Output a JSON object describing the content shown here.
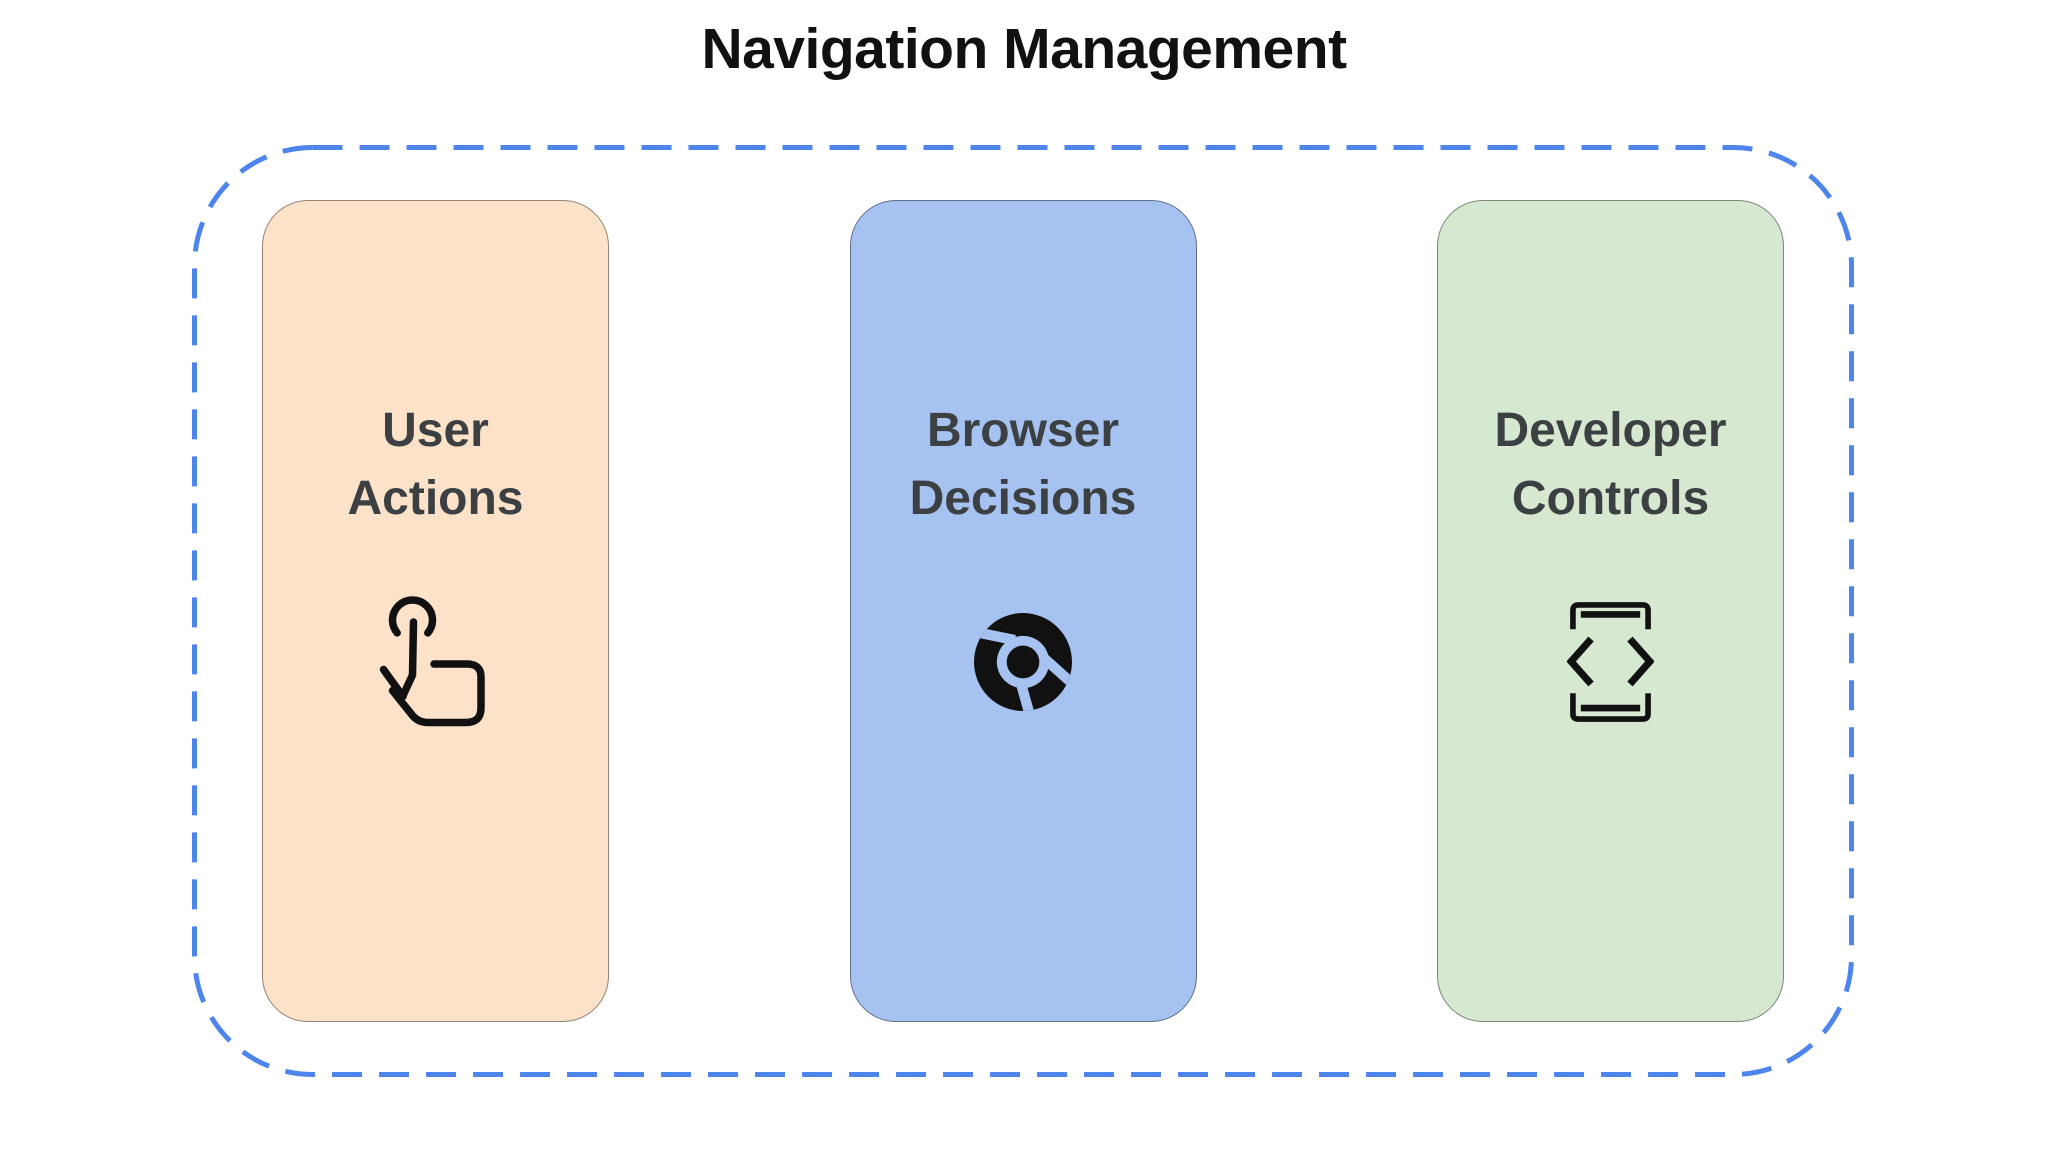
{
  "title": "Navigation Management",
  "boundary": {
    "border_color": "#4D85EC",
    "border_style": "dashed"
  },
  "cards": [
    {
      "label": "User Actions",
      "lines": [
        "User",
        "Actions"
      ],
      "icon": "tap-gesture-icon",
      "bg_color": "#FBE2C9",
      "text_color": "#3C4043"
    },
    {
      "label": "Browser Decisions",
      "lines": [
        "Browser",
        "Decisions"
      ],
      "icon": "chrome-icon",
      "bg_color": "#A5C2F1",
      "text_color": "#3C4043"
    },
    {
      "label": "Developer Controls",
      "lines": [
        "Developer",
        "Controls"
      ],
      "icon": "developer-mode-icon",
      "bg_color": "#D6E8D0",
      "text_color": "#3C4043"
    }
  ],
  "icon_color": "#111111"
}
